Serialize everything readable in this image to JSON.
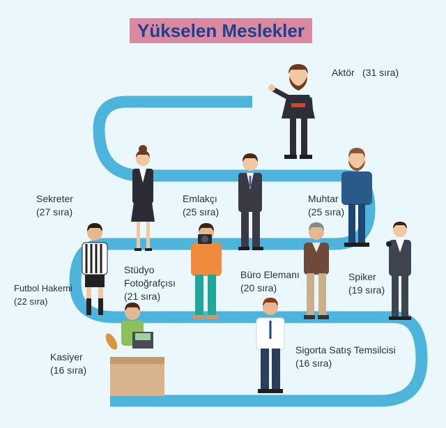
{
  "title": "Yükselen Meslekler",
  "colors": {
    "path": "#4db4dc",
    "background": "#eaf7fc",
    "title_bg": "#d98aa0",
    "title_text": "#1f3f8f"
  },
  "professions": [
    {
      "name": "Aktör",
      "rank": "(31 sıra)",
      "icon": "actor-figure"
    },
    {
      "name": "Sekreter",
      "rank": "(27 sıra)",
      "icon": "secretary-figure"
    },
    {
      "name": "Emlakçı",
      "rank": "(25 sıra)",
      "icon": "realtor-figure"
    },
    {
      "name": "Muhtar",
      "rank": "(25 sıra)",
      "icon": "headman-figure"
    },
    {
      "name": "Futbol Hakemi",
      "rank": "(22 sıra)",
      "icon": "referee-figure"
    },
    {
      "name_line1": "Stüdyo",
      "name_line2": "Fotoğrafçısı",
      "rank": "(21 sıra)",
      "icon": "photographer-figure"
    },
    {
      "name": "Büro Elemanı",
      "rank": "(20 sıra)",
      "icon": "office-worker-figure"
    },
    {
      "name": "Spiker",
      "rank": "(19 sıra)",
      "icon": "announcer-figure"
    },
    {
      "name": "Kasiyer",
      "rank": "(16 sıra)",
      "icon": "cashier-figure"
    },
    {
      "name": "Sigorta Satış Temsilcisi",
      "rank": "(16 sıra)",
      "icon": "insurance-agent-figure"
    }
  ]
}
